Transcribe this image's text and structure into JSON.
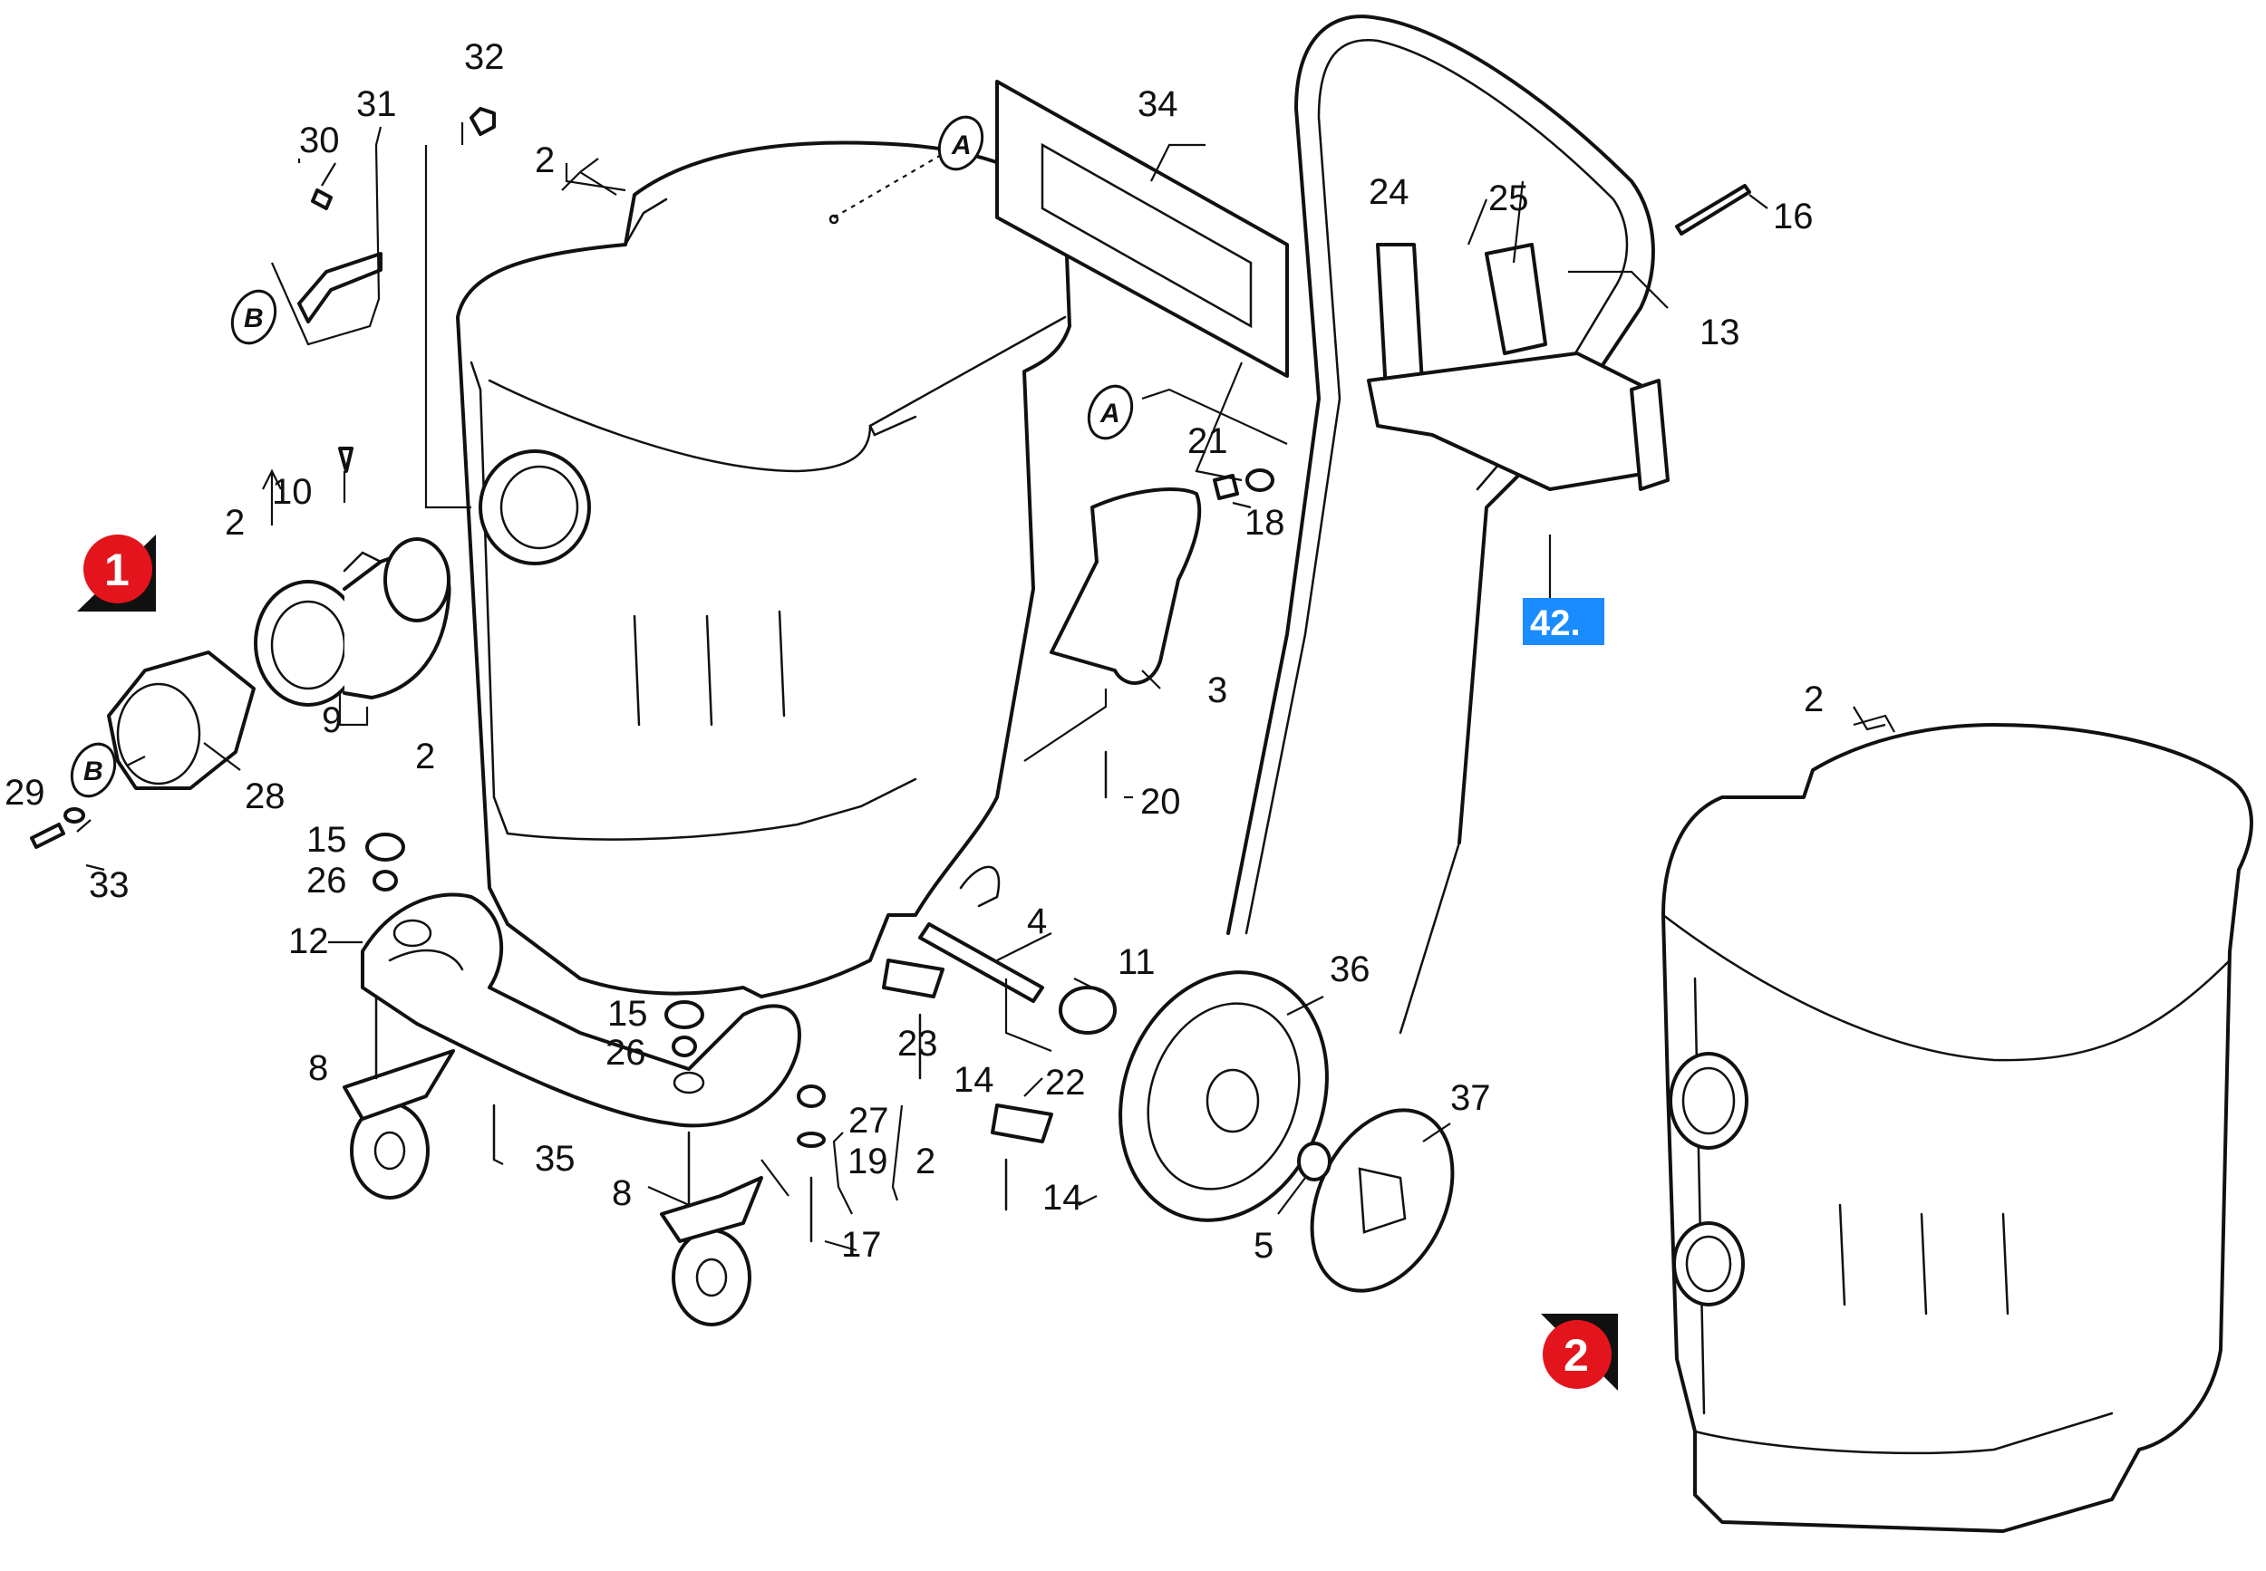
{
  "markers": [
    "1",
    "2"
  ],
  "bubbles": {
    "a": "A",
    "b": "B"
  },
  "tag": "42.",
  "labels": {
    "p2": "2",
    "p3": "3",
    "p4": "4",
    "p5": "5",
    "p8": "8",
    "p9": "9",
    "p10": "10",
    "p11": "11",
    "p12": "12",
    "p13": "13",
    "p14": "14",
    "p15": "15",
    "p16": "16",
    "p17": "17",
    "p18": "18",
    "p19": "19",
    "p20": "20",
    "p21": "21",
    "p22": "22",
    "p23": "23",
    "p24": "24",
    "p25": "25",
    "p26": "26",
    "p27": "27",
    "p28": "28",
    "p29": "29",
    "p30": "30",
    "p31": "31",
    "p32": "32",
    "p33": "33",
    "p34": "34",
    "p35": "35",
    "p36": "36",
    "p37": "37"
  },
  "colors": {
    "marker_red": "#e3141b",
    "tag_blue": "#1a8cff",
    "line": "#111111"
  }
}
